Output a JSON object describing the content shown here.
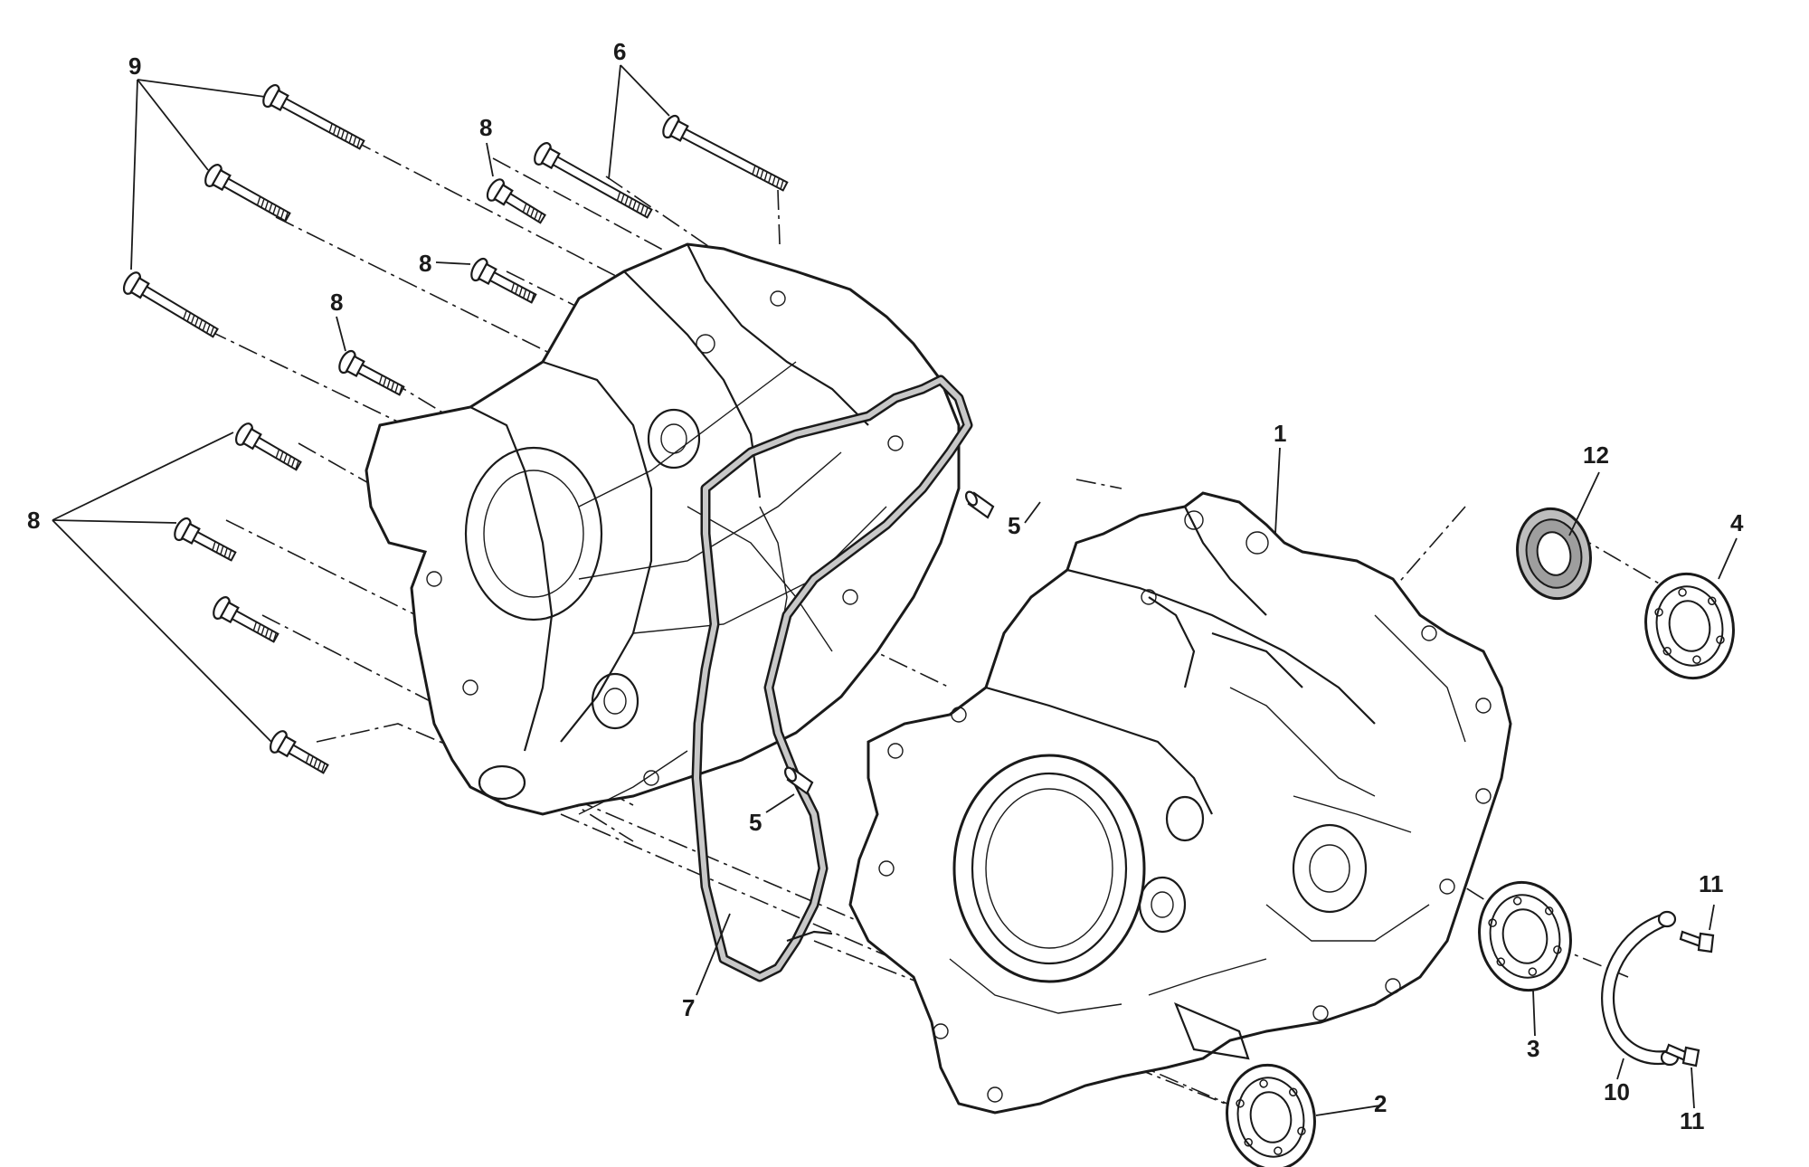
{
  "diagram": {
    "callouts": {
      "c1": "1",
      "c2": "2",
      "c3": "3",
      "c4": "4",
      "c5a": "5",
      "c5b": "5",
      "c6": "6",
      "c7": "7",
      "c8a": "8",
      "c8b": "8",
      "c8c": "8",
      "c8d": "8",
      "c9": "9",
      "c10": "10",
      "c11a": "11",
      "c11b": "11",
      "c12": "12"
    },
    "colors": {
      "ink": "#1a1a1a",
      "background": "#ffffff",
      "bearing_shade": "#bdbdbd"
    }
  }
}
